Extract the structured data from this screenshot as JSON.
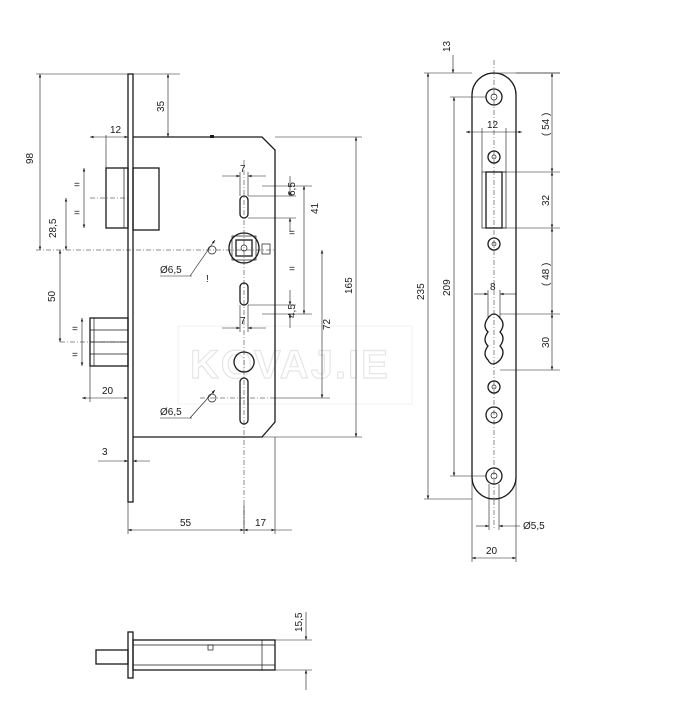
{
  "watermark": "KOVAJ.IE",
  "front_view": {
    "dims": {
      "d98": "98",
      "d35": "35",
      "d12": "12",
      "d28_5": "28,5",
      "d7_top": "7",
      "d6_5": "6,5",
      "d41": "41",
      "d165": "165",
      "d72": "72",
      "d4_5": "4,5",
      "d7_bot": "7",
      "d50": "50",
      "d20": "20",
      "d3": "3",
      "d55": "55",
      "d17": "17",
      "phi1": "Ø6,5",
      "phi2": "Ø6,5",
      "excl": "!"
    }
  },
  "faceplate": {
    "dims": {
      "d13": "13",
      "d235": "235",
      "d209": "209",
      "d12": "12",
      "d54": "( 54 )",
      "d32": "32",
      "d48": "( 48 )",
      "d8": "8",
      "d30": "30",
      "d20": "20",
      "phi": "Ø5,5"
    }
  },
  "bottom_view": {
    "dims": {
      "d15_5": "15,5"
    }
  }
}
